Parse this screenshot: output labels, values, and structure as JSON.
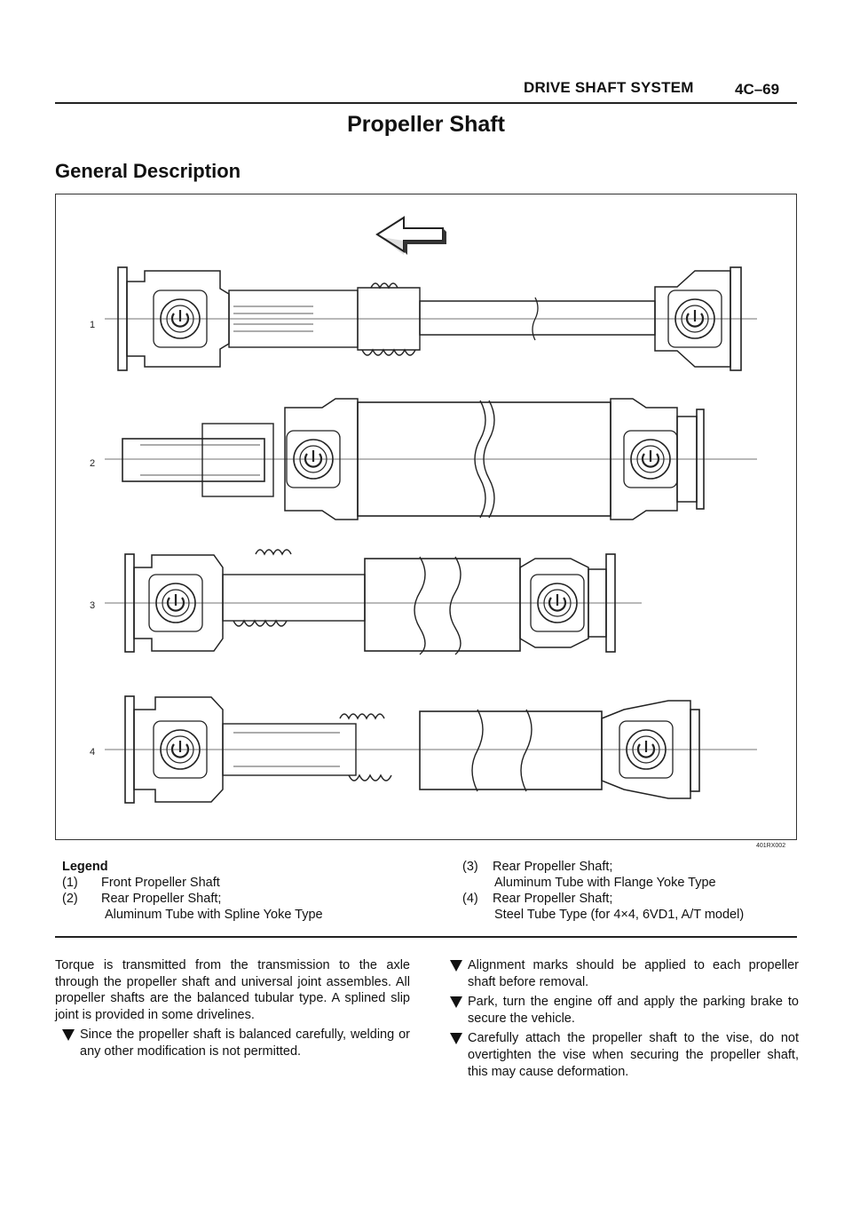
{
  "header": {
    "section": "DRIVE SHAFT SYSTEM",
    "page": "4C–69"
  },
  "title": "Propeller Shaft",
  "subtitle": "General Description",
  "figure": {
    "code": "401RX002",
    "callouts": [
      "1",
      "2",
      "3",
      "4"
    ]
  },
  "legend": {
    "title": "Legend",
    "items": [
      {
        "num": "(1)",
        "text": "Front Propeller Shaft",
        "sub": ""
      },
      {
        "num": "(2)",
        "text": "Rear Propeller Shaft;",
        "sub": "Aluminum Tube with Spline Yoke Type"
      },
      {
        "num": "(3)",
        "text": "Rear Propeller Shaft;",
        "sub": "Aluminum Tube with Flange Yoke Type"
      },
      {
        "num": "(4)",
        "text": "Rear Propeller Shaft;",
        "sub": "Steel Tube Type (for 4×4, 6VD1, A/T model)"
      }
    ]
  },
  "body": {
    "paragraph": "Torque is transmitted from the transmission to the axle through the propeller shaft and universal joint assembles. All propeller shafts are the balanced tubular type. A splined slip joint is provided in some drivelines.",
    "bullets_left": [
      "Since the propeller shaft is balanced carefully, welding or any other modification is not permitted."
    ],
    "bullets_right": [
      "Alignment marks should be applied to each propeller shaft before removal.",
      "Park, turn the engine off and apply the parking brake to secure the vehicle.",
      "Carefully attach the propeller shaft to the vise, do not overtighten the vise when securing the propeller shaft, this may cause deformation."
    ]
  }
}
